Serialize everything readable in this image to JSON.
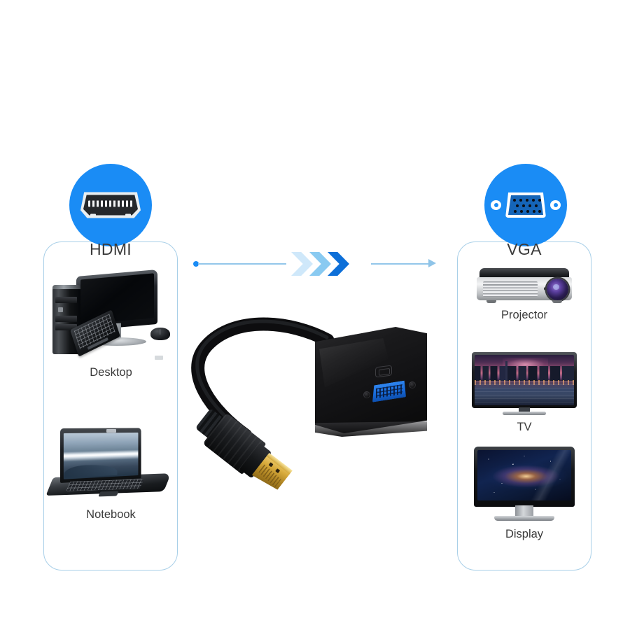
{
  "graphic": {
    "type": "product-infographic",
    "subject": "HDMI to VGA adapter converter",
    "accent_color": "#1a8cf5",
    "panel_border_color": "#a8cfe8",
    "text_color": "#3a3a3a",
    "background_color": "#ffffff"
  },
  "input_side": {
    "badge_label": "HDMI",
    "badge_icon": "hdmi-port-icon",
    "devices": [
      {
        "caption": "Desktop",
        "icon": "desktop-computer-icon"
      },
      {
        "caption": "Notebook",
        "icon": "laptop-icon"
      }
    ]
  },
  "flow": {
    "direction": "left-to-right",
    "start_marker": "dot",
    "end_marker": "arrowhead",
    "chevron_colors": [
      "#cfe8fa",
      "#89caf1",
      "#0d6fd8"
    ],
    "line_color": "#93c7ea"
  },
  "output_side": {
    "badge_label": "VGA",
    "badge_icon": "vga-db15-port-icon",
    "devices": [
      {
        "caption": "Projector",
        "icon": "projector-icon"
      },
      {
        "caption": "TV",
        "icon": "television-icon"
      },
      {
        "caption": "Display",
        "icon": "computer-display-icon"
      }
    ]
  },
  "product": {
    "name": "hdmi-to-vga-adapter",
    "body_color": "#121214",
    "vga_port_color": "#1769d8",
    "connector_plating_color": "#d8ab3c",
    "parts": [
      "hdmi-male-plug",
      "black-cable",
      "adapter-housing",
      "vga-female-port",
      "screw-holes"
    ]
  }
}
